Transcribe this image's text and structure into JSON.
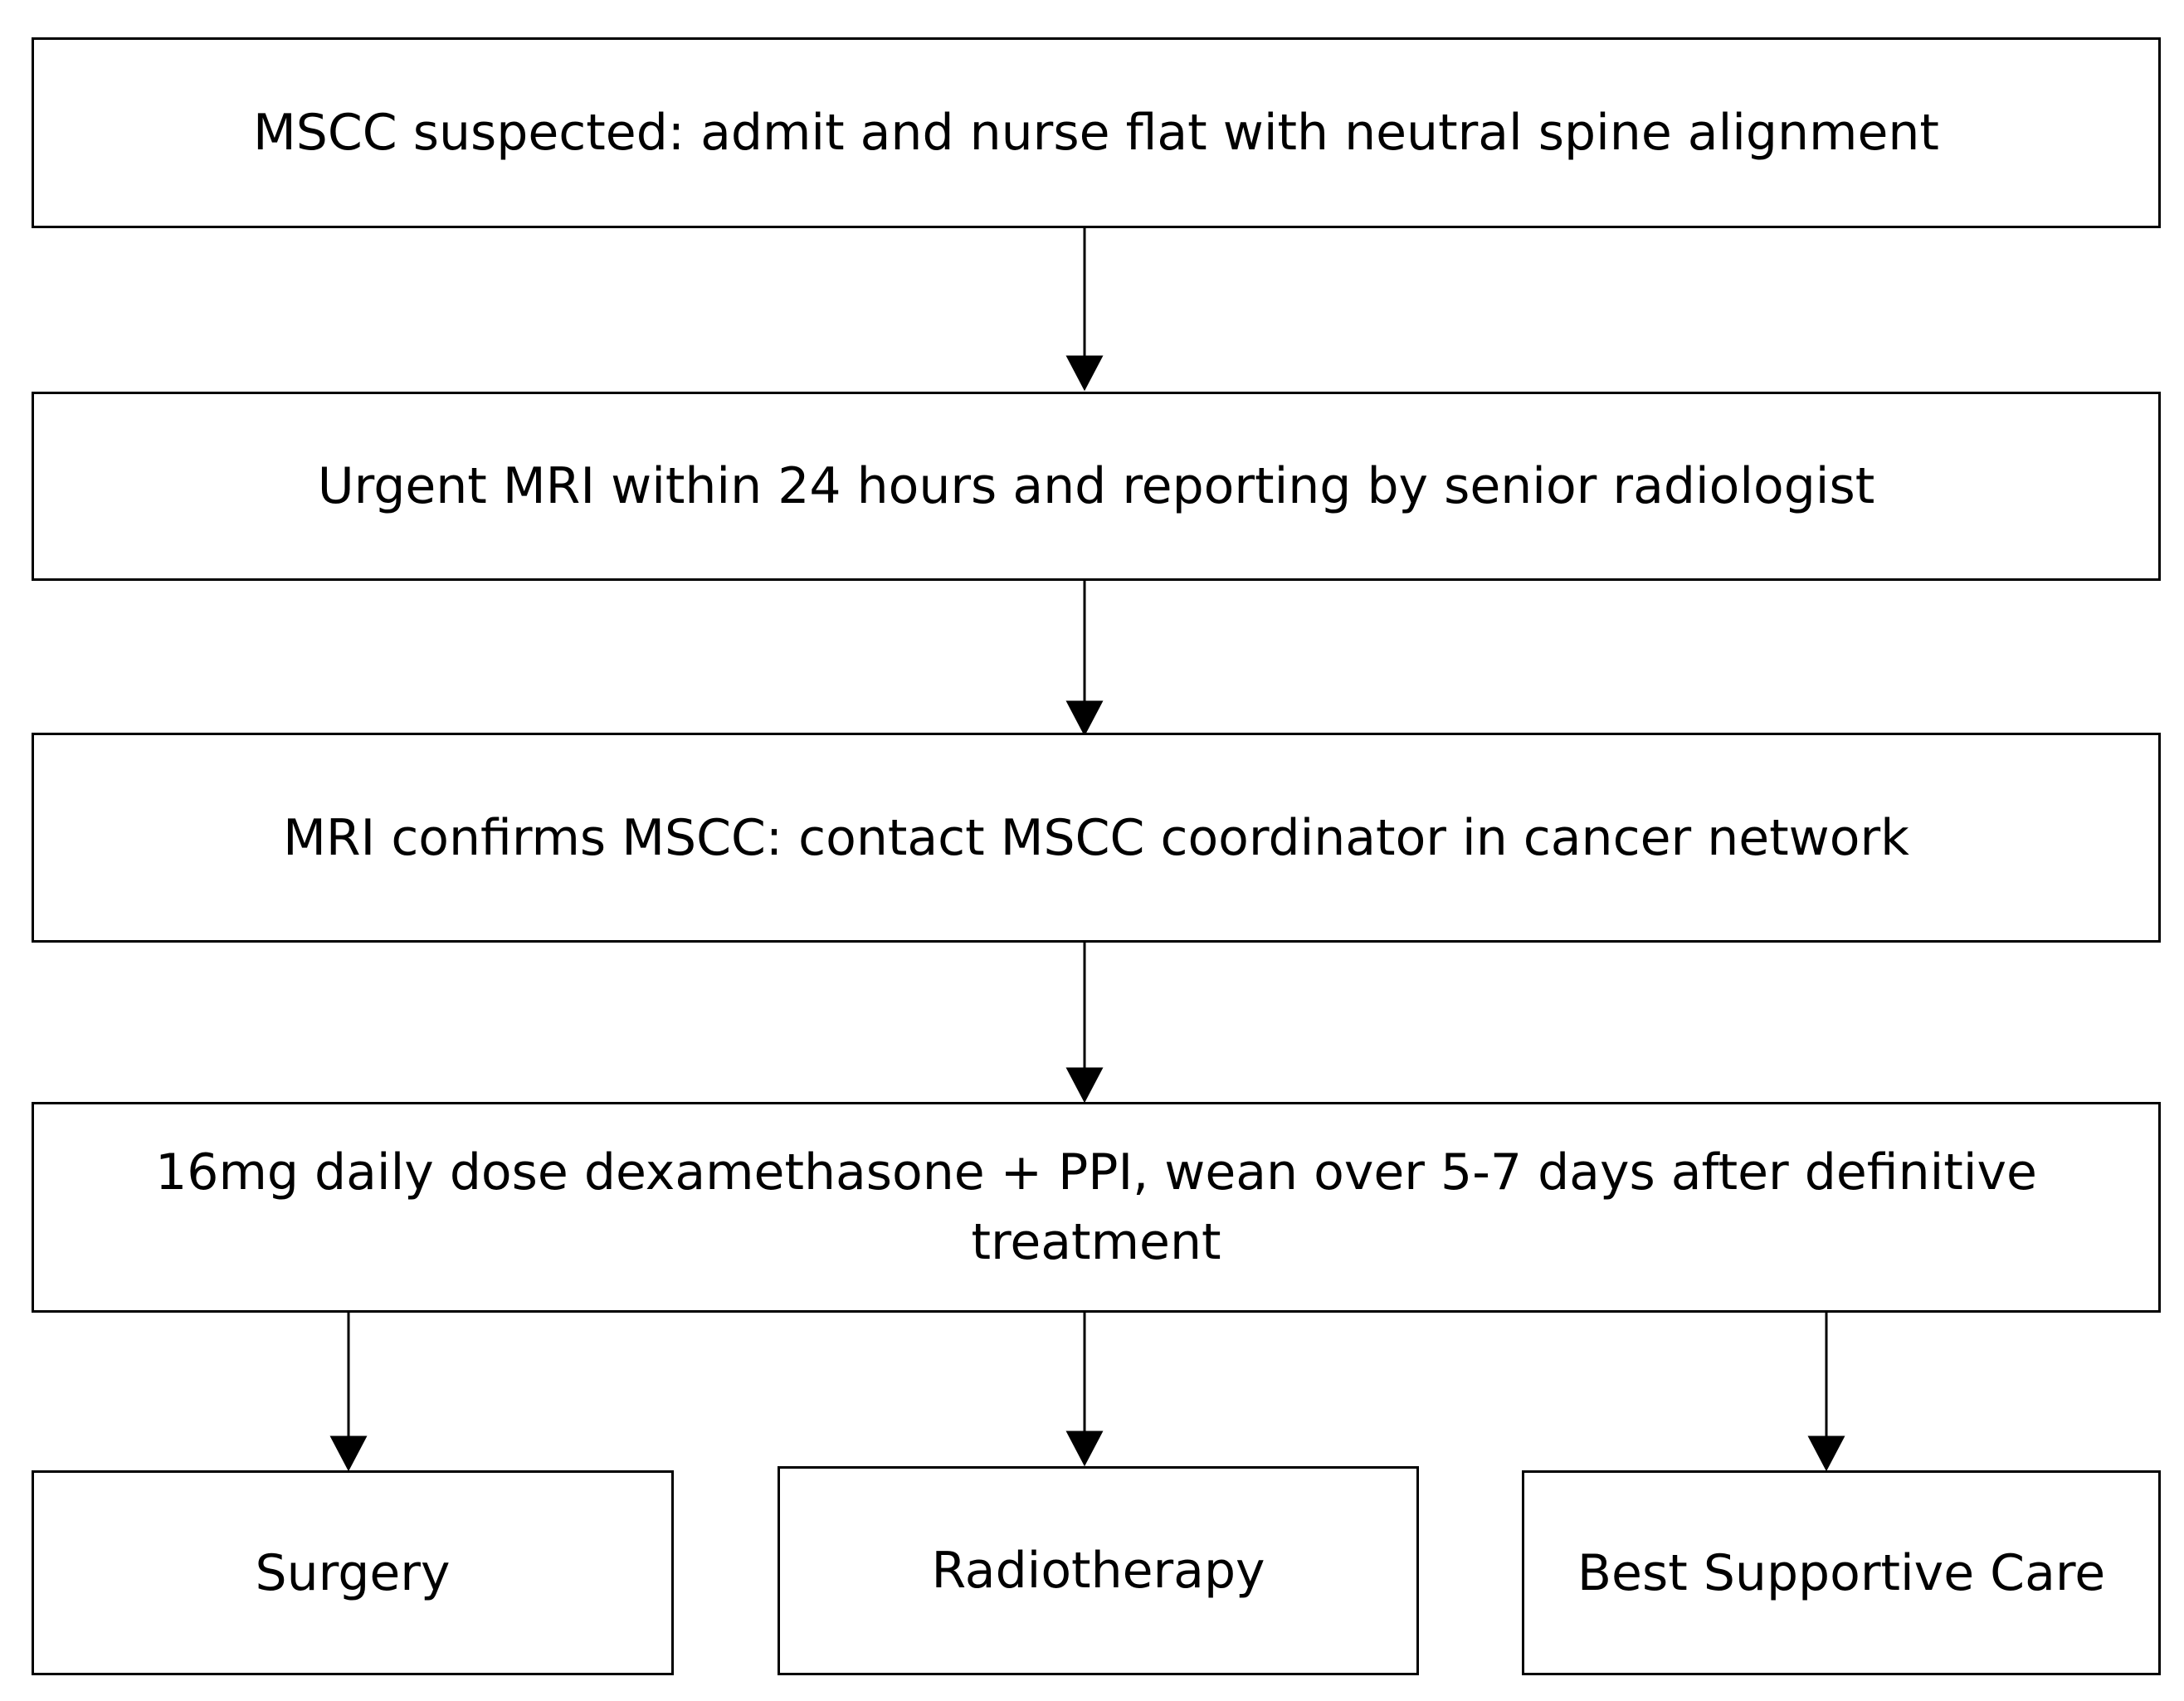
{
  "nodes": {
    "step1": "MSCC suspected: admit and nurse flat with neutral spine alignment",
    "step2": "Urgent MRI within 24 hours and reporting by senior radiologist",
    "step3": "MRI confirms MSCC: contact MSCC coordinator in cancer network",
    "step4": "16mg daily dose dexamethasone + PPI, wean over 5-7 days after definitive treatment",
    "outcome_surgery": "Surgery",
    "outcome_radiotherapy": "Radiotherapy",
    "outcome_bsc": "Best Supportive Care"
  }
}
